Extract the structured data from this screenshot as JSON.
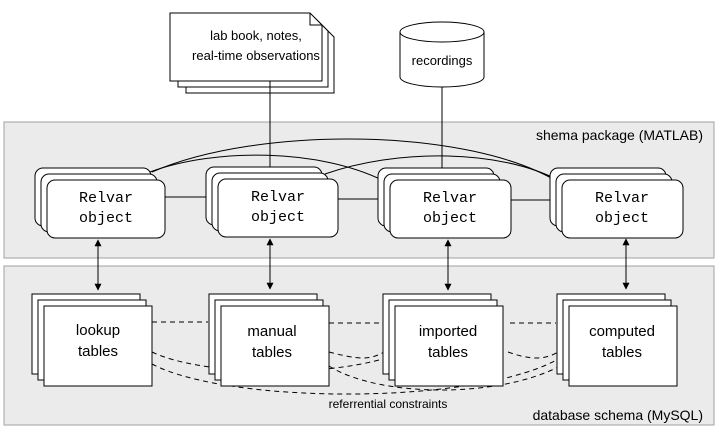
{
  "inputs": {
    "notes": {
      "line1": "lab book, notes,",
      "line2": "real-time observations"
    },
    "recordings": "recordings"
  },
  "schema_package": {
    "label": "shema package (MATLAB)"
  },
  "relvar": {
    "line1": "Relvar",
    "line2": "object"
  },
  "database_schema": {
    "label": "database schema (MySQL)"
  },
  "tables": [
    {
      "line1": "lookup",
      "line2": "tables"
    },
    {
      "line1": "manual",
      "line2": "tables"
    },
    {
      "line1": "imported",
      "line2": "tables"
    },
    {
      "line1": "computed",
      "line2": "tables"
    }
  ],
  "constraints_label": "referrential constraints",
  "colors": {
    "panel": "#ebebeb",
    "panel_border": "#a0a0a0",
    "stroke": "#000000"
  }
}
